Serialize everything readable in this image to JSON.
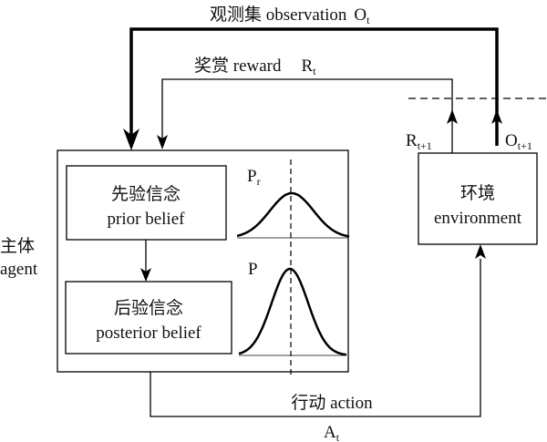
{
  "observation": {
    "label": "观测集 observation",
    "symbol": "O",
    "sub": "t"
  },
  "reward": {
    "label": "奖赏 reward",
    "symbol": "R",
    "sub": "t"
  },
  "reward_next": {
    "symbol": "R",
    "sub": "t+1"
  },
  "observation_next": {
    "symbol": "O",
    "sub": "t+1"
  },
  "agent": {
    "zh": "主体",
    "en": "agent"
  },
  "environment": {
    "zh": "环境",
    "en": "environment"
  },
  "prior": {
    "zh": "先验信念",
    "en": "prior belief",
    "curve_symbol": "P",
    "curve_sub": "r"
  },
  "posterior": {
    "zh": "后验信念",
    "en": "posterior belief",
    "curve_symbol": "P"
  },
  "action": {
    "label": "行动 action",
    "symbol": "A",
    "sub": "t"
  }
}
